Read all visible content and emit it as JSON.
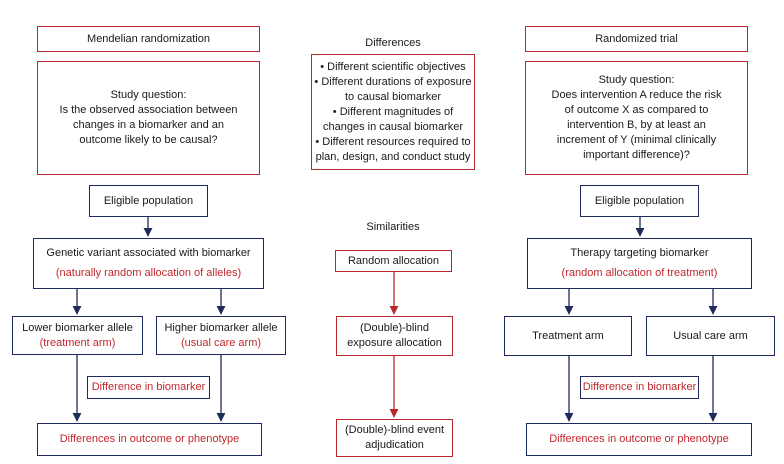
{
  "left": {
    "header": "Mendelian randomization",
    "question_label": "Study question:",
    "question_lines": [
      "Is the observed association between",
      "changes in a biomarker and an",
      "outcome likely to be causal?"
    ],
    "eligible": "Eligible population",
    "variant": "Genetic variant associated with biomarker",
    "variant_note": "(naturally random allocation of alleles)",
    "lower": "Lower biomarker allele",
    "lower_note": "(treatment arm)",
    "higher": "Higher biomarker allele",
    "higher_note": "(usual care arm)",
    "difference": "Difference in biomarker",
    "outcome": "Differences in outcome or phenotype"
  },
  "middle": {
    "differences_title": "Differences",
    "differences_lines": [
      "• Different scientific objectives",
      "• Different durations of exposure",
      "to causal biomarker",
      "• Different magnitudes of",
      "changes in causal biomarker",
      "• Different resources required to",
      "plan, design, and conduct study"
    ],
    "similarities_title": "Similarities",
    "random_allocation": "Random allocation",
    "blind_exposure": [
      "(Double)-blind",
      "exposure allocation"
    ],
    "blind_event": [
      "(Double)-blind event",
      "adjudication"
    ]
  },
  "right": {
    "header": "Randomized trial",
    "question_label": "Study question:",
    "question_lines": [
      "Does intervention A reduce the risk",
      "of outcome X as compared to",
      "intervention B, by at least an",
      "increment of Y (minimal clinically",
      "important difference)?"
    ],
    "eligible": "Eligible population",
    "therapy": "Therapy targeting biomarker",
    "therapy_note": "(random allocation of treatment)",
    "treatment": "Treatment arm",
    "usual": "Usual care arm",
    "difference": "Difference in biomarker",
    "outcome": "Differences in outcome or phenotype"
  },
  "colors": {
    "red": "#b8282f",
    "navy": "#1f2a5c",
    "red_text": "#c0272d"
  }
}
